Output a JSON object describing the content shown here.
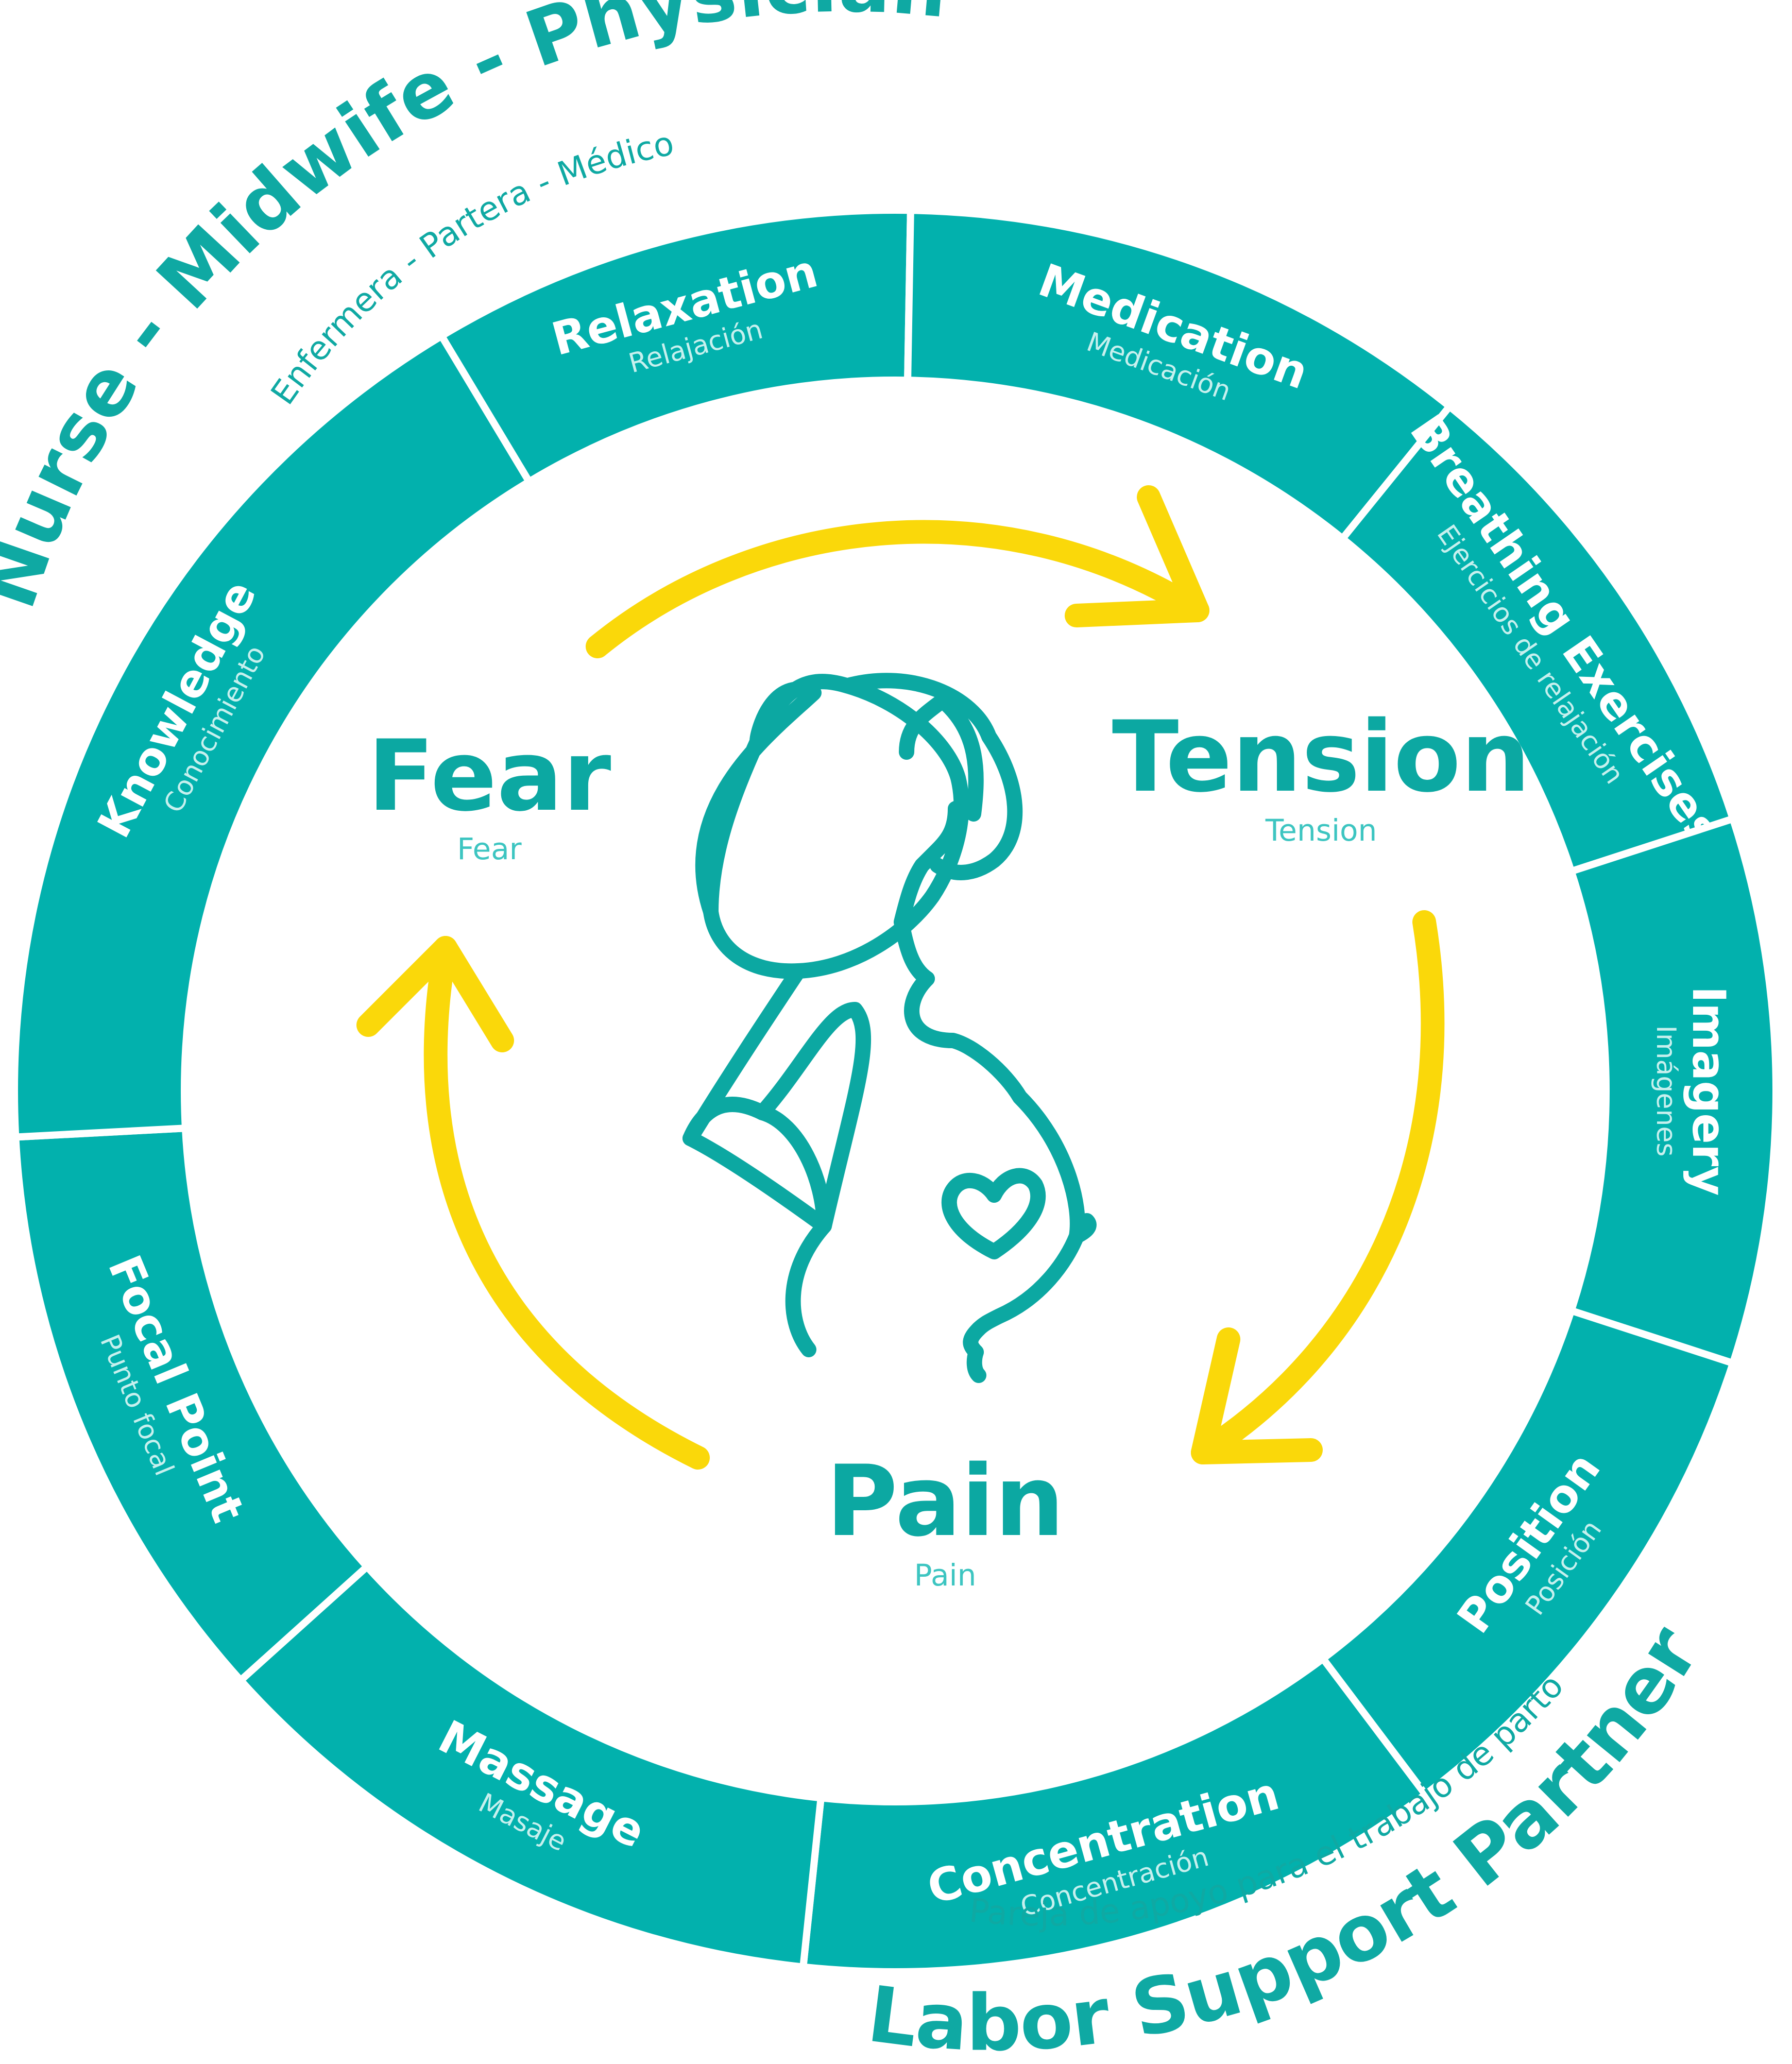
{
  "outer_labels": {
    "care_team": "Nurse - Midwife - Physician",
    "care_team_es": "Enfermera - Partera - Médico",
    "partner": "Labor Support Partner",
    "partner_es": "Pareja de apoyo para el trabajo de parto"
  },
  "ring": {
    "color": "#02B1AD",
    "segments": [
      {
        "en": "Relaxation",
        "es": "Relajación"
      },
      {
        "en": "Medication",
        "es": "Medicación"
      },
      {
        "en": "Breathing Exercises",
        "es": "Ejercicios de relajación"
      },
      {
        "en": "Imagery",
        "es": "Imágenes"
      },
      {
        "en": "Position",
        "es": "Posición"
      },
      {
        "en": "Concentration",
        "es": "Concentración"
      },
      {
        "en": "Massage",
        "es": "Masaje"
      },
      {
        "en": "Focal Point",
        "es": "Punto focal"
      },
      {
        "en": "Knowledge",
        "es": "Conocimiento"
      }
    ]
  },
  "cycle": {
    "arrow_color": "#FAD80A",
    "fear": {
      "en": "Fear",
      "es": "Fear"
    },
    "tension": {
      "en": "Tension",
      "es": "Tension"
    },
    "pain": {
      "en": "Pain",
      "es": "Pain"
    }
  },
  "icons": {
    "center": "pregnant-woman-icon",
    "heart": "heart-icon"
  }
}
